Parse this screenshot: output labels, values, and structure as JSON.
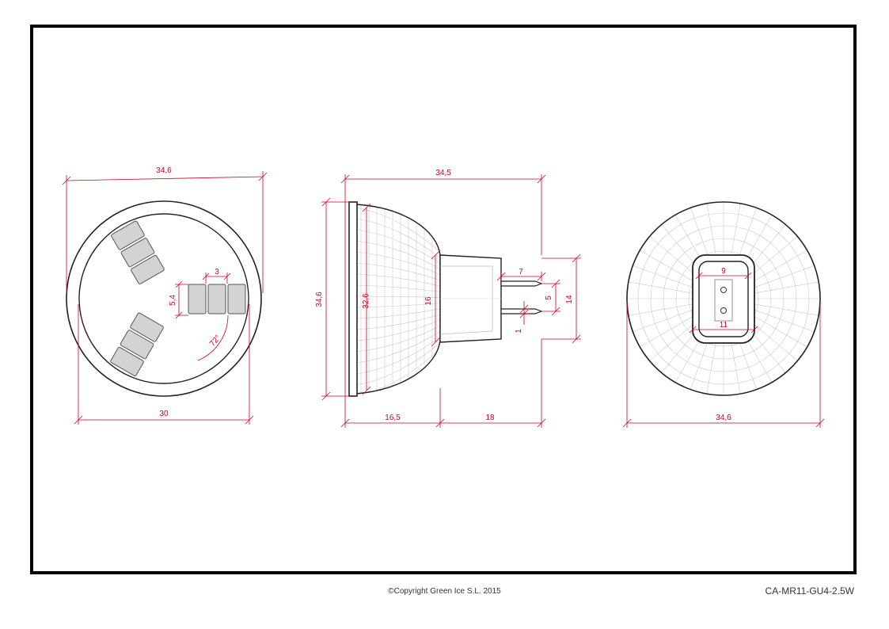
{
  "colors": {
    "frame": "#000000",
    "outline": "#222222",
    "dimension": "#d0021b",
    "grid": "#c8c8c8",
    "led_fill": "#d3d3d3",
    "led_stroke": "#555555"
  },
  "front_view": {
    "outer_diameter": "34,6",
    "inner_diameter": "30",
    "led_width": "3",
    "led_height": "5,4",
    "angle": "72°"
  },
  "side_view": {
    "total_length": "34,5",
    "lens_diameter": "34,6",
    "reflector_diameter": "32,6",
    "neck_diameter": "16",
    "pin_length": "7",
    "pin_spacing": "5",
    "base_height": "14",
    "pin_diameter": "1",
    "reflector_length": "16,5",
    "base_length": "18"
  },
  "back_view": {
    "socket_inner": "9",
    "socket_outer": "11",
    "diameter": "34,6"
  },
  "footer": {
    "copyright": "©Copyright Green Ice S.L. 2015",
    "part_code": "CA-MR11-GU4-2.5W"
  }
}
